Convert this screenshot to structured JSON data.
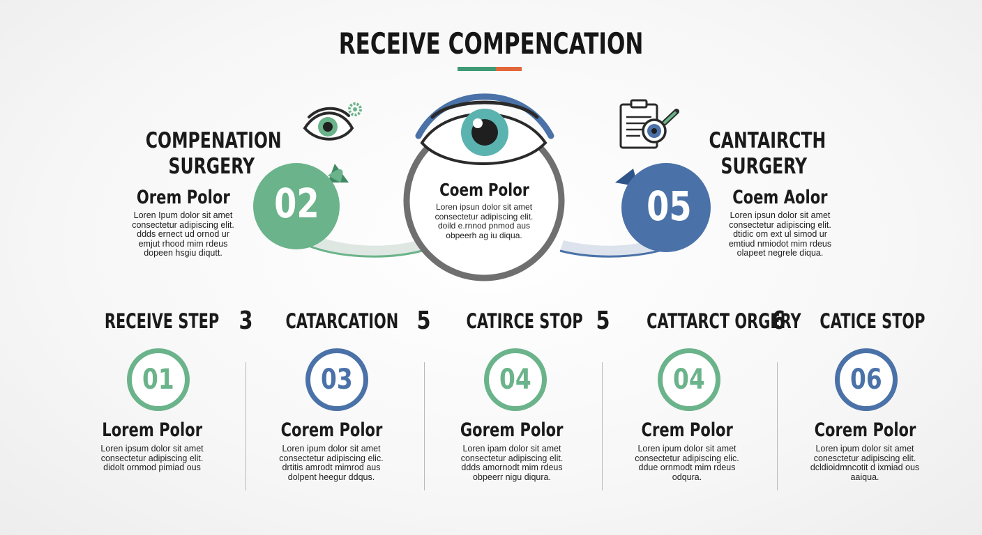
{
  "title": "RECEIVE COMPENCATION",
  "colors": {
    "green": "#6bb38a",
    "blue": "#4a72a8",
    "orange": "#e2673a",
    "gray": "#6f6f6f"
  },
  "left_block": {
    "heading_line1": "COMPENATION",
    "heading_line2": "SURGERY",
    "subtitle": "Orem Polor",
    "body": [
      "Loren Ipum dolor sit amet",
      "consectetur adipiscing elit.",
      "ddds ernect ud ornod ur",
      "emjut rhood mim rdeus",
      "dopeen hsgiu diqutt."
    ],
    "bubble_number": "02"
  },
  "center_block": {
    "subtitle": "Coem Polor",
    "body": [
      "Loren ipsun dolor sit amet",
      "consectetur adipiscing elit.",
      "doild e.rnnod pnmod aus",
      "obpeerh ag iu diqua."
    ]
  },
  "right_block": {
    "heading_line1": "CANTAIRCTH",
    "heading_line2": "SURGERY",
    "subtitle": "Coem Aolor",
    "body": [
      "Loren ipsun dolor sit amet",
      "consectetur adipiscing elit.",
      "dtidic om ext ul simod ur",
      "emtiud nmiodot mim rdeus",
      "olapeet negrele diqua."
    ],
    "bubble_number": "05"
  },
  "icons": [
    "eye-gear-icon",
    "clipboard-icon",
    "magnifier-eye-icon",
    "eye-icon"
  ],
  "steps": [
    {
      "heading": "RECEIVE STEP",
      "count": "3",
      "number": "01",
      "subtitle": "Lorem Polor",
      "body": [
        "Loren ipsum dolor sit amet",
        "consectetur adipiscing elit.",
        "didolt ornmod pimiad ous"
      ],
      "color": "green"
    },
    {
      "heading": "CATARCATION",
      "count": "5",
      "number": "03",
      "subtitle": "Corem Polor",
      "body": [
        "Loren ipum dolor sit amet",
        "consectetur adipiscing elic.",
        "drtitis amrodt mimrod aus",
        "dolpent heegur ddqus."
      ],
      "color": "blue"
    },
    {
      "heading": "CATIRCE STOP",
      "count": "5",
      "number": "04",
      "subtitle": "Gorem Polor",
      "body": [
        "Loren ipam dolor sit amet",
        "consectetur adipiscing elit.",
        "ddds amornodt mim rdeus",
        "obpeerr nigu diqura."
      ],
      "color": "green"
    },
    {
      "heading": "CATTARCT ORGERY",
      "count": "6",
      "number": "04",
      "subtitle": "Crem Polor",
      "body": [
        "Loren ipum dolor sit amet",
        "consectetur adipiscing elic.",
        "ddue ornmodt mim rdeus",
        "odqura."
      ],
      "color": "green"
    },
    {
      "heading": "CATICE STOP",
      "count": "",
      "number": "06",
      "subtitle": "Corem Polor",
      "body": [
        "Loren ipum dolor sit amet",
        "conesctetur adipiscing elit.",
        "dcldioidmncotit d ixmiad ous",
        "aaiqua."
      ],
      "color": "blue"
    }
  ]
}
